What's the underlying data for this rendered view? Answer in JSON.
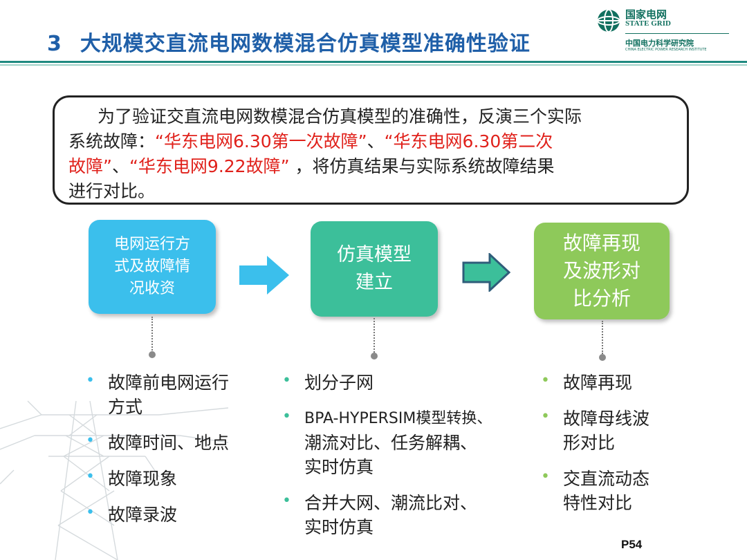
{
  "header": {
    "number": "3",
    "title": "大规模交直流电网数模混合仿真模型准确性验证",
    "logo": {
      "cn": "国家电网",
      "en": "STATE GRID",
      "institute": "中国电力科学研究院",
      "institute_en": "CHINA ELECTRIC POWER RESEARCH INSTITUTE"
    }
  },
  "intro": {
    "p1": "为了验证交直流电网数模混合仿真模型的准确性，反演三个实际",
    "p2": "系统故障：",
    "q1": "“华东电网6.30第一次故障”",
    "sep1": "、",
    "q2a": "“华东电网6.30第二次",
    "q2b": "故障”",
    "sep2": "、",
    "q3": "“华东电网9.22故障”",
    "p3": " ，将仿真结果与实际系统故障结果",
    "p4": "进行对比。"
  },
  "steps": [
    {
      "lines": [
        "电网运行方",
        "式及故障情",
        "况收资"
      ]
    },
    {
      "lines": [
        "仿真模型",
        "建立"
      ]
    },
    {
      "lines": [
        "故障再现",
        "及波形对",
        "比分析"
      ]
    }
  ],
  "lists": {
    "left": [
      {
        "lines": [
          "故障前电网运行",
          "方式"
        ]
      },
      {
        "lines": [
          "故障时间、地点"
        ]
      },
      {
        "lines": [
          "故障现象"
        ]
      },
      {
        "lines": [
          "故障录波"
        ]
      }
    ],
    "middle": [
      {
        "lines": [
          "划分子网"
        ]
      },
      {
        "lines": [
          "BPA-HYPERSIM模型转换、",
          "潮流对比、任务解耦、",
          "实时仿真"
        ]
      },
      {
        "lines": [
          "合并大网、潮流比对、",
          "实时仿真"
        ]
      }
    ],
    "right": [
      {
        "lines": [
          "故障再现"
        ]
      },
      {
        "lines": [
          "故障母线波",
          "形对比"
        ]
      },
      {
        "lines": [
          "交直流动态",
          "特性对比"
        ]
      }
    ]
  },
  "bullet_char": "•",
  "page_number": "P54",
  "colors": {
    "title": "#1f5fa8",
    "highlight": "#e0211b",
    "step1": "#3bbfec",
    "step2": "#3cbf9a",
    "step3": "#8ec95a",
    "arrow1": "#3bbfec",
    "arrow2": "#3cbf9a"
  },
  "icons": [
    "state-grid-logo-icon",
    "right-arrow-icon",
    "outline-right-arrow-icon",
    "transmission-tower-icon"
  ]
}
